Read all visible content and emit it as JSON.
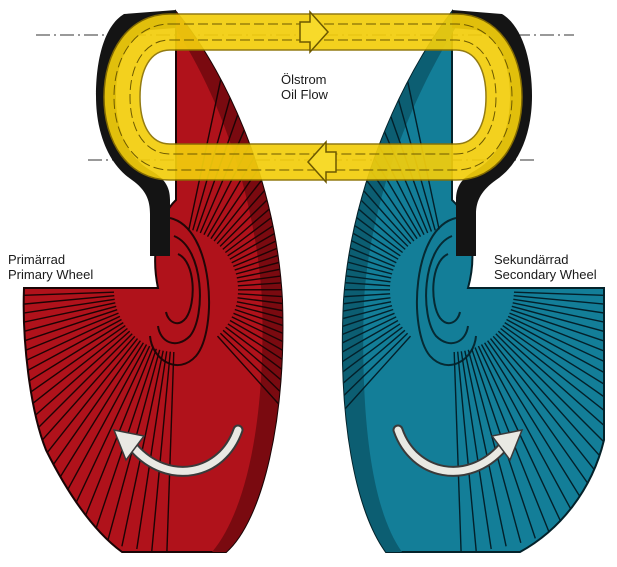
{
  "colors": {
    "primary_wheel": "#b0121b",
    "secondary_wheel": "#137e98",
    "oil_flow": "#f3ce0c",
    "housing": "#141414",
    "rotation_arrow": "#e9e9e3"
  },
  "labels": {
    "oil_flow": {
      "line1": "Ölstrom",
      "line2": "Oil Flow"
    },
    "primary": {
      "line1": "Primärrad",
      "line2": "Primary Wheel"
    },
    "secondary": {
      "line1": "Sekundärrad",
      "line2": "Secondary Wheel"
    }
  },
  "icons": {
    "flow_arrows": "arrow-icon",
    "rotation": "curved-arrow-icon"
  }
}
